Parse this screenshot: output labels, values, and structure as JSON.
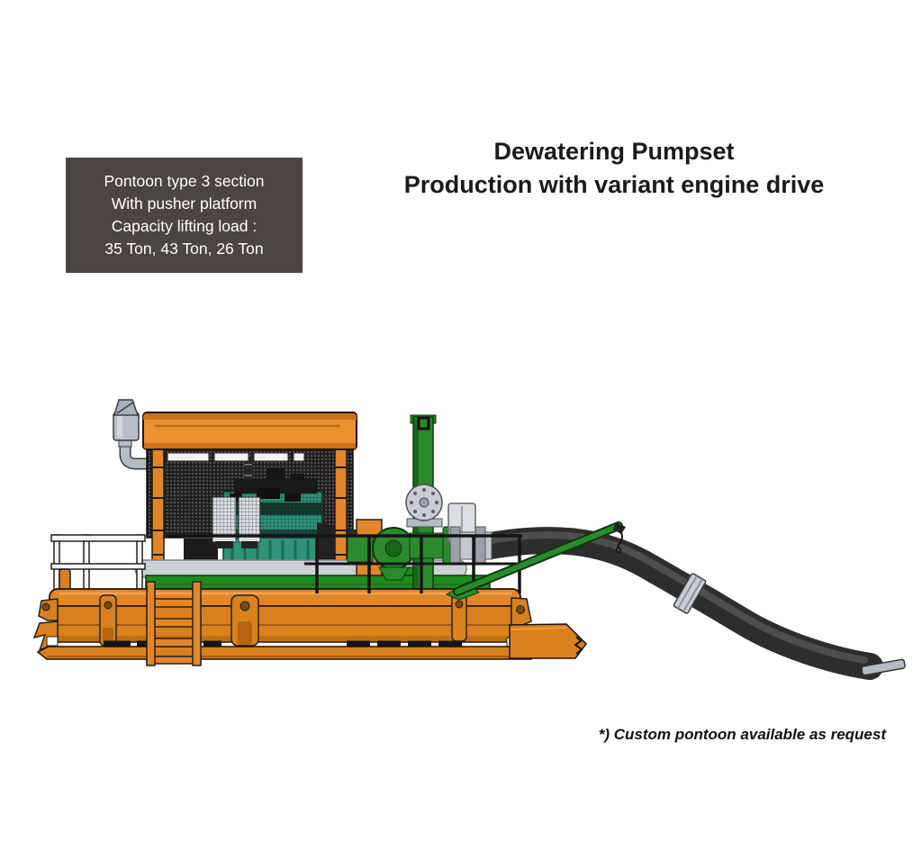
{
  "colors": {
    "pontoon_orange": "#e2862a",
    "canopy_orange": "#ec9130",
    "hull_orange": "#d9811f",
    "engine_teal": "#2f9477",
    "frame_green": "#1f8a1f",
    "mast_green": "#2c8a2c",
    "hose_black": "#2d2d2d",
    "metal_gray": "#b9bfc7",
    "info_box_bg": "#4b4541",
    "info_box_text": "#ffffff",
    "title_text": "#1a1a1a"
  },
  "info_box": {
    "lines": [
      "Pontoon type 3 section",
      "With pusher platform",
      "Capacity lifting load :",
      "35 Ton, 43 Ton, 26 Ton"
    ]
  },
  "title": {
    "line1": "Dewatering Pumpset",
    "line2": "Production with variant engine drive"
  },
  "footnote": {
    "text": "*) Custom pontoon available as request"
  },
  "illustration": {
    "alt": "Side view of a dewatering pumpset: diesel engine inside a mesh canopy enclosure mounted on an orange pontoon with pusher platform, green pump and vertical mast, and a black discharge hose ending in a flange",
    "component_names": [
      "exhaust-muffler",
      "canopy-roof",
      "mesh-enclosure",
      "diesel-engine",
      "engine-skid",
      "pump-mast",
      "mast-flange",
      "centrifugal-pump",
      "discharge-valve",
      "discharge-hose",
      "hose-coupling",
      "hose-end-flange",
      "davit-boom",
      "handrail",
      "pontoon-deck",
      "pontoon-hull",
      "lifting-lugs",
      "boarding-ladder",
      "pusher-platform",
      "bottom-skid"
    ]
  }
}
